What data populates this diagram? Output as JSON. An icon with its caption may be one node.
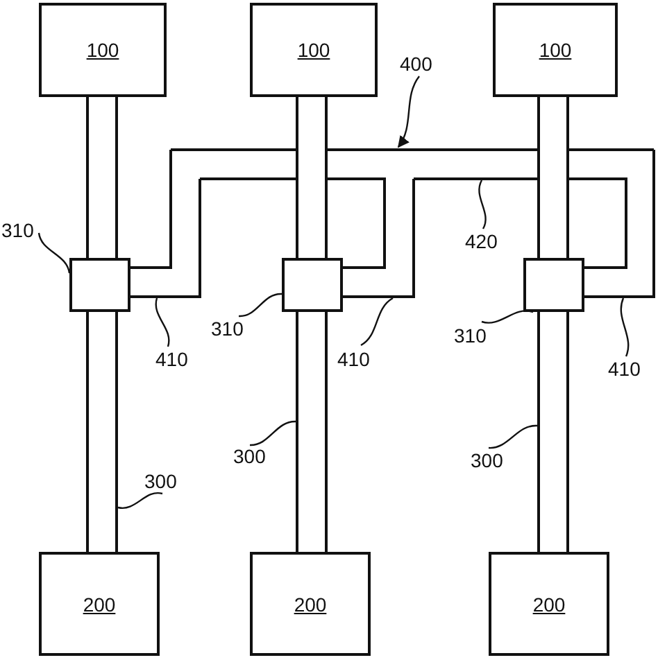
{
  "diagram": {
    "nodes": [
      {
        "text": [
          "100"
        ]
      },
      {
        "text": [
          "100"
        ]
      },
      {
        "text": [
          "100"
        ]
      },
      {
        "text": [
          "200"
        ]
      },
      {
        "text": [
          "200"
        ]
      },
      {
        "text": [
          "200"
        ]
      },
      {
        "text": [],
        "shape": "bar"
      },
      {
        "text": [],
        "shape": "bar"
      },
      {
        "text": [],
        "shape": "bar"
      },
      {
        "text": [],
        "shape": "box"
      },
      {
        "text": [],
        "shape": "box"
      },
      {
        "text": [],
        "shape": "box"
      },
      {
        "text": [],
        "shape": "bar"
      },
      {
        "text": [],
        "shape": "bar"
      },
      {
        "text": [],
        "shape": "bar"
      },
      {
        "text": [],
        "shape": "bar"
      },
      {
        "text": [
          "310"
        ]
      },
      {
        "text": [
          "310"
        ]
      },
      {
        "text": [
          "310"
        ]
      },
      {
        "text": [
          "410"
        ]
      },
      {
        "text": [
          "410"
        ]
      },
      {
        "text": [
          "410"
        ]
      },
      {
        "text": [
          "420"
        ]
      },
      {
        "text": [
          "400"
        ]
      },
      {
        "text": [
          "300"
        ]
      },
      {
        "text": [
          "300"
        ]
      },
      {
        "text": [
          "300"
        ]
      }
    ],
    "edges": [
      {
        "from": 16,
        "to": 9,
        "arrow": "none"
      },
      {
        "from": 17,
        "to": 10,
        "arrow": "none"
      },
      {
        "from": 18,
        "to": 11,
        "arrow": "none"
      },
      {
        "from": 19,
        "to": 12,
        "arrow": "none"
      },
      {
        "from": 20,
        "to": 13,
        "arrow": "none"
      },
      {
        "from": 21,
        "to": 14,
        "arrow": "none"
      },
      {
        "from": 22,
        "to": 15,
        "arrow": "none"
      },
      {
        "from": 23,
        "to": 15,
        "arrow": "to"
      },
      {
        "from": 24,
        "to": 6,
        "arrow": "none"
      },
      {
        "from": 25,
        "to": 7,
        "arrow": "none"
      },
      {
        "from": 26,
        "to": 8,
        "arrow": "none"
      }
    ]
  }
}
